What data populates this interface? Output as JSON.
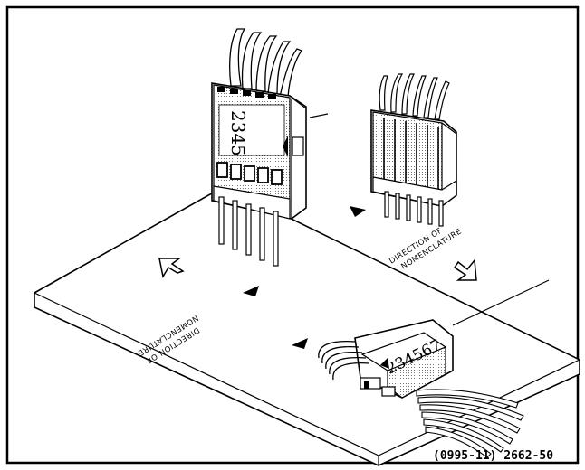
{
  "figure": {
    "caption": "(0995-11) 2662-50",
    "labels": {
      "direction_right_line1": "DIRECTION OF",
      "direction_right_line2": "NOMENCLATURE",
      "direction_left_line1": "DIRECTION OF",
      "direction_left_line2": "NOMENCLATURE"
    },
    "connectors": {
      "five_pin_numbers": "2345",
      "seven_pin_numbers": "234567"
    }
  }
}
